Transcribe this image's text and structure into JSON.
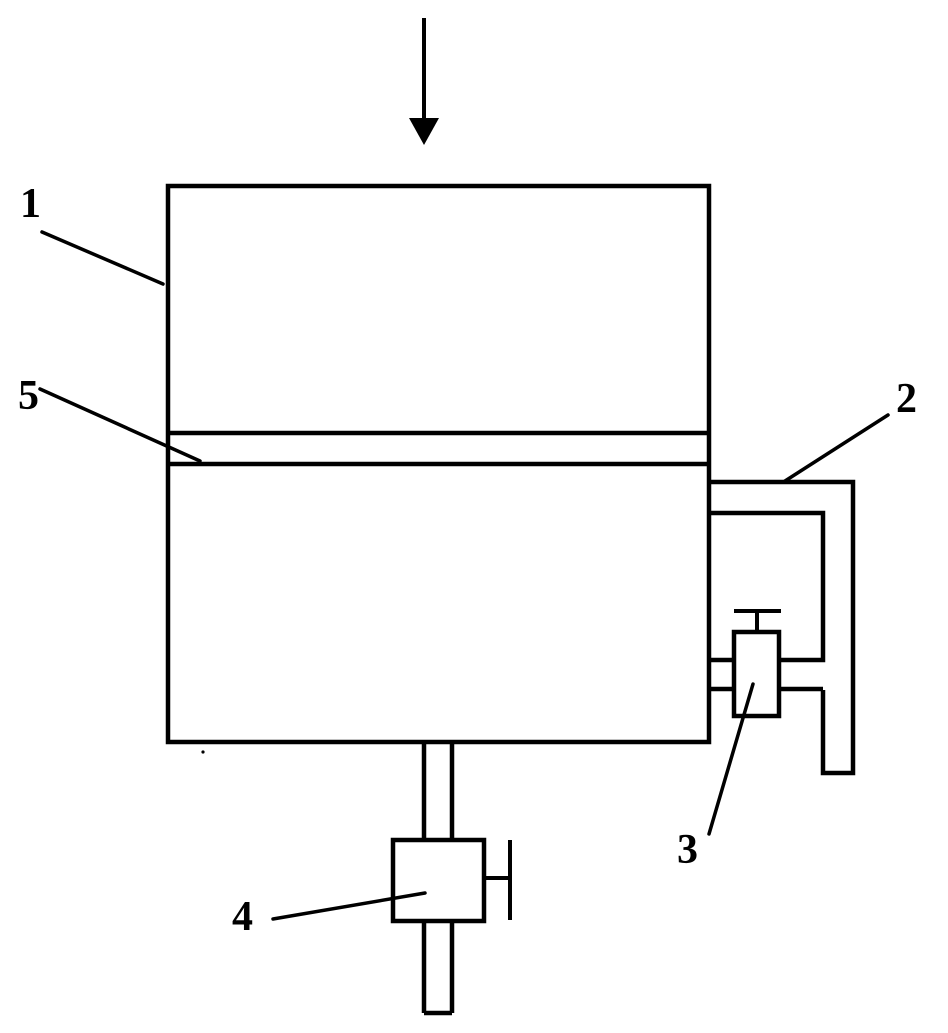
{
  "labels": {
    "container": "1",
    "overflow_pipe": "2",
    "side_valve": "3",
    "bottom_valve": "4",
    "partition": "5"
  }
}
